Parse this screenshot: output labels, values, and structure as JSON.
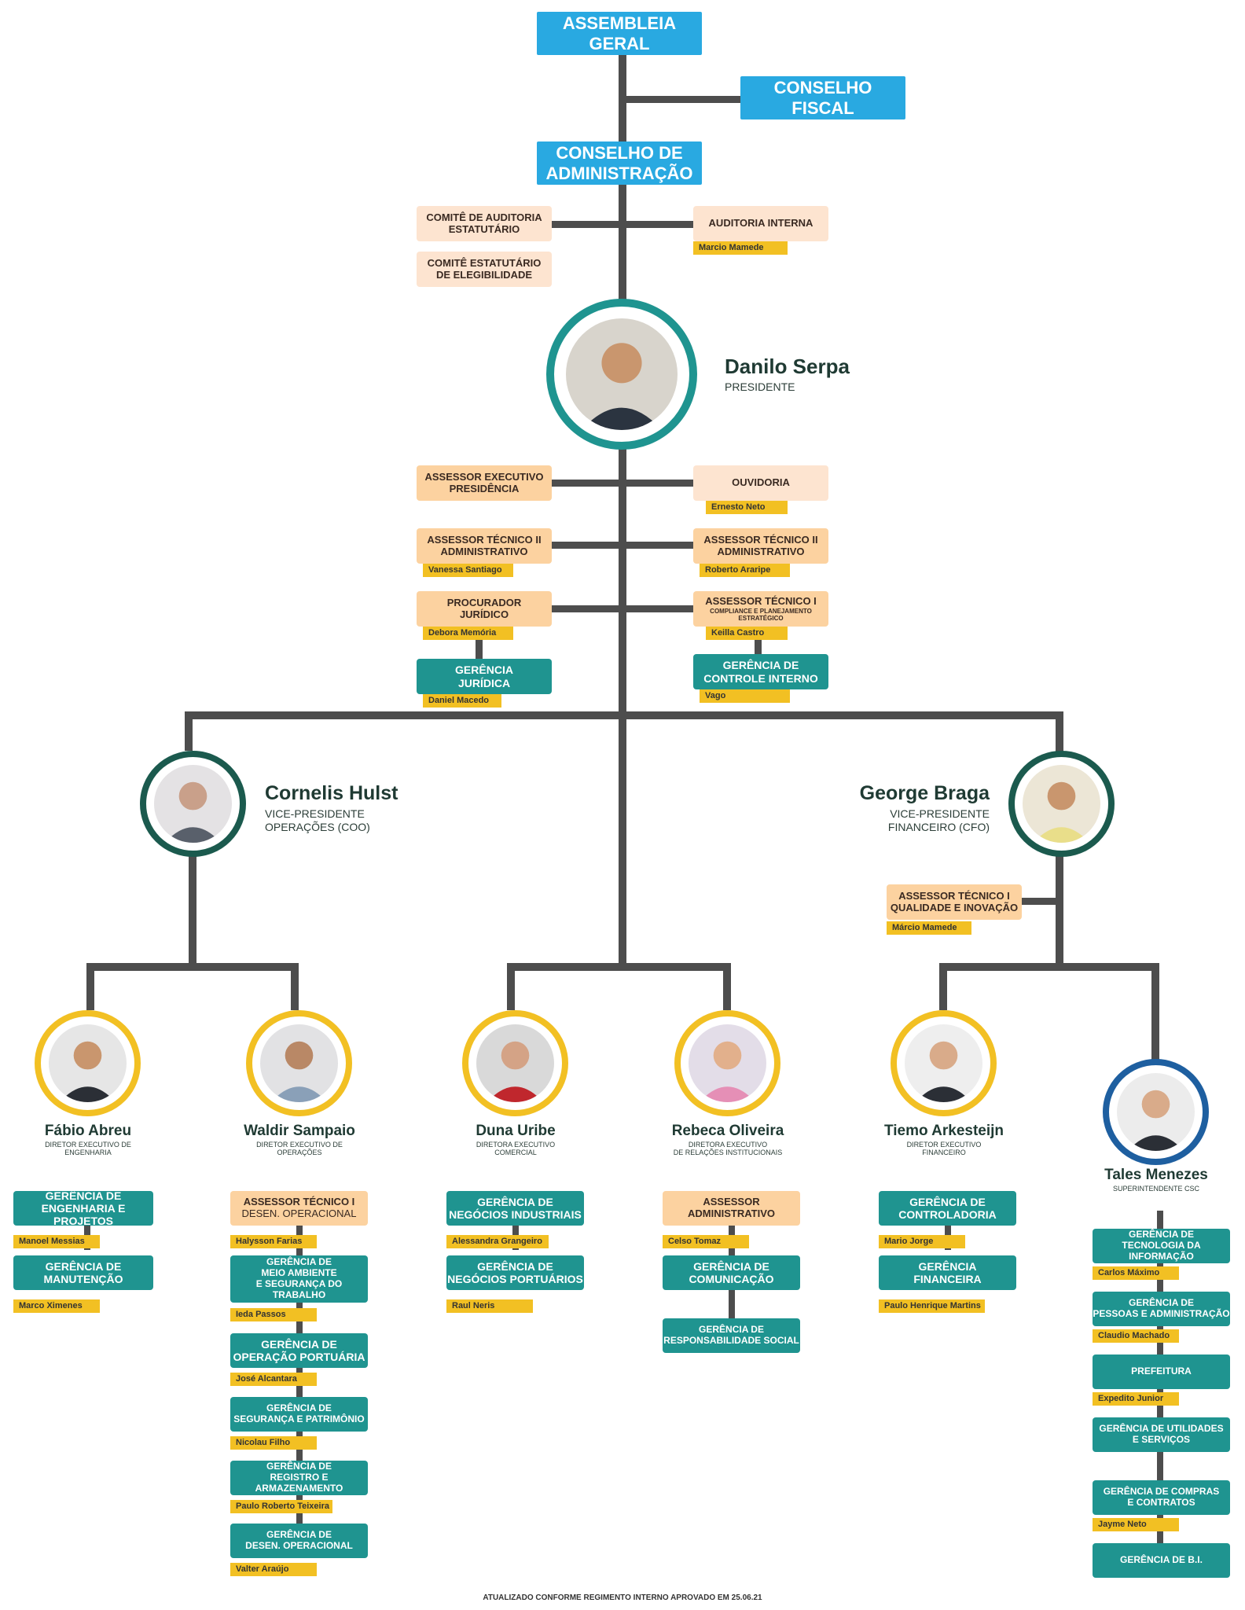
{
  "top": {
    "assembleia": "ASSEMBLEIA\nGERAL",
    "conselho_fiscal": "CONSELHO\nFISCAL",
    "conselho_admin": "CONSELHO DE\nADMINISTRAÇÃO",
    "comite_auditoria": "COMITÊ DE AUDITORIA\nESTATUTÁRIO",
    "comite_elegibilidade": "COMITÊ ESTATUTÁRIO\nDE ELEGIBILIDADE",
    "auditoria_interna": "AUDITORIA INTERNA",
    "auditoria_interna_person": "Marcio Mamede"
  },
  "president": {
    "name": "Danilo Serpa",
    "role": "PRESIDENTE"
  },
  "presidency": {
    "assessor_executivo": "ASSESSOR EXECUTIVO\nPRESIDÊNCIA",
    "ouvidoria": "OUVIDORIA",
    "ouvidoria_person": "Ernesto Neto",
    "assessor_adm_left": "ASSESSOR TÉCNICO II\nADMINISTRATIVO",
    "assessor_adm_left_person": "Vanessa Santiago",
    "assessor_adm_right": "ASSESSOR TÉCNICO II\nADMINISTRATIVO",
    "assessor_adm_right_person": "Roberto Araripe",
    "procurador": "PROCURADOR\nJURÍDICO",
    "procurador_person": "Debora Memória",
    "compliance_title": "ASSESSOR TÉCNICO I",
    "compliance_sub": "COMPLIANCE E PLANEJAMENTO\nESTRATÉGICO",
    "compliance_person": "Keilla Castro",
    "ger_juridica": "GERÊNCIA\nJURÍDICA",
    "ger_juridica_person": "Daniel Macedo",
    "ger_controle": "GERÊNCIA DE\nCONTROLE INTERNO",
    "ger_controle_person": "Vago"
  },
  "vp_ops": {
    "name": "Cornelis Hulst",
    "role": "VICE-PRESIDENTE\nOPERAÇÕES (COO)"
  },
  "vp_fin": {
    "name": "George Braga",
    "role": "VICE-PRESIDENTE\nFINANCEIRO (CFO)"
  },
  "qualidade": {
    "label": "ASSESSOR TÉCNICO I\nQUALIDADE E INOVAÇÃO",
    "person": "Márcio Mamede"
  },
  "directors": {
    "fabio": {
      "name": "Fábio Abreu",
      "role": "DIRETOR EXECUTIVO DE\nENGENHARIA"
    },
    "waldir": {
      "name": "Waldir Sampaio",
      "role": "DIRETOR EXECUTIVO DE\nOPERAÇÕES"
    },
    "duna": {
      "name": "Duna Uribe",
      "role": "DIRETORA EXECUTIVO\nCOMERCIAL"
    },
    "rebeca": {
      "name": "Rebeca Oliveira",
      "role": "DIRETORA EXECUTIVO\nDE RELAÇÕES INSTITUCIONAIS"
    },
    "tiemo": {
      "name": "Tiemo Arkesteijn",
      "role": "DIRETOR EXECUTIVO\nFINANCEIRO"
    },
    "tales": {
      "name": "Tales Menezes",
      "role": "SUPERINTENDENTE CSC"
    }
  },
  "fabio_units": [
    {
      "label": "GERÊNCIA DE\nENGENHARIA E PROJETOS",
      "person": "Manoel Messias"
    },
    {
      "label": "GERÊNCIA DE\nMANUTENÇÃO",
      "person": "Marco Ximenes"
    }
  ],
  "waldir_assessor": {
    "label": "ASSESSOR  TÉCNICO I",
    "sub": "DESEN. OPERACIONAL",
    "person": "Halysson Farias"
  },
  "waldir_units": [
    {
      "label": "GERÊNCIA DE\nMEIO AMBIENTE\nE SEGURANÇA DO TRABALHO",
      "person": "Ieda Passos"
    },
    {
      "label": "GERÊNCIA DE\nOPERAÇÃO PORTUÁRIA",
      "person": "José Alcantara"
    },
    {
      "label": "GERÊNCIA DE\nSEGURANÇA E PATRIMÔNIO",
      "person": "Nicolau Filho"
    },
    {
      "label": "GERÊNCIA DE\nREGISTRO E ARMAZENAMENTO",
      "person": "Paulo Roberto Teixeira"
    },
    {
      "label": "GERÊNCIA DE\nDESEN. OPERACIONAL",
      "person": "Valter Araújo"
    }
  ],
  "duna_units": [
    {
      "label": "GERÊNCIA DE\nNEGÓCIOS INDUSTRIAIS",
      "person": "Alessandra Grangeiro"
    },
    {
      "label": "GERÊNCIA DE\nNEGÓCIOS PORTUÁRIOS",
      "person": "Raul Neris"
    }
  ],
  "rebeca_assessor": {
    "label": "ASSESSOR\nADMINISTRATIVO",
    "person": "Celso Tomaz"
  },
  "rebeca_units": [
    {
      "label": "GERÊNCIA DE\nCOMUNICAÇÃO"
    },
    {
      "label": "GERÊNCIA DE\nRESPONSABILIDADE SOCIAL"
    }
  ],
  "tiemo_units": [
    {
      "label": "GERÊNCIA DE\nCONTROLADORIA",
      "person": "Mario Jorge"
    },
    {
      "label": "GERÊNCIA\nFINANCEIRA",
      "person": "Paulo Henrique Martins"
    }
  ],
  "tales_units": [
    {
      "label": "GERÊNCIA DE\nTECNOLOGIA DA INFORMAÇÃO",
      "person": "Carlos Máximo"
    },
    {
      "label": "GERÊNCIA DE\nPESSOAS E ADMINISTRAÇÃO",
      "person": "Claudio Machado"
    },
    {
      "label": "PREFEITURA",
      "person": "Expedito Junior"
    },
    {
      "label": "GERÊNCIA DE UTILIDADES\nE SERVIÇOS"
    },
    {
      "label": "GERÊNCIA DE COMPRAS\nE CONTRATOS",
      "person": "Jayme Neto"
    },
    {
      "label": "GERÊNCIA DE B.I."
    }
  ],
  "colors": {
    "teal": "#1f9490",
    "blue": "#29a9e1",
    "yellow": "#f2c023",
    "peach": "#fde4d0",
    "orange": "#fcd2a0",
    "line": "#4d4d4d",
    "dark_ring": "#1b5a4e",
    "navy_ring": "#1e5fa0"
  },
  "footer": "ATUALIZADO CONFORME REGIMENTO INTERNO APROVADO EM 25.06.21"
}
